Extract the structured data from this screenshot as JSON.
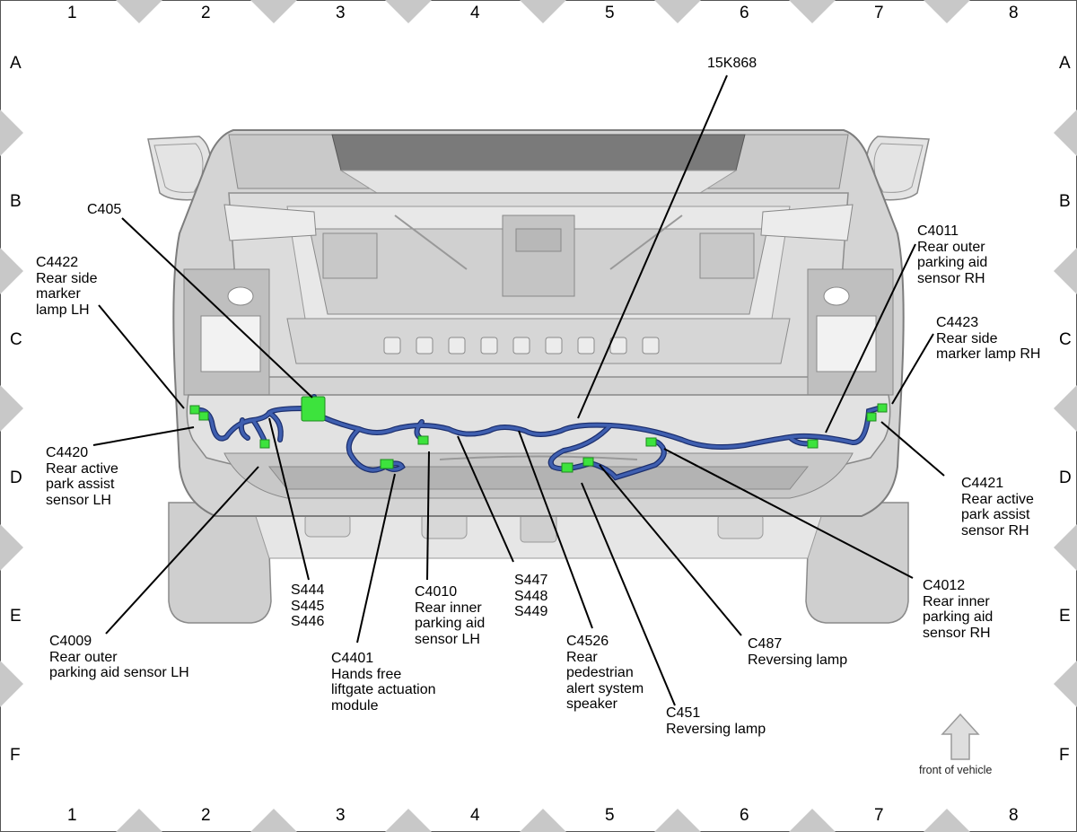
{
  "grid": {
    "columns": [
      "1",
      "2",
      "3",
      "4",
      "5",
      "6",
      "7",
      "8"
    ],
    "rows": [
      "A",
      "B",
      "C",
      "D",
      "E",
      "F"
    ]
  },
  "callouts": {
    "c15k868": "15K868",
    "c405": "C405",
    "c4422": "C4422\nRear side\nmarker\nlamp LH",
    "c4011": "C4011\nRear outer\nparking aid\nsensor RH",
    "c4423": "C4423\nRear side\nmarker lamp RH",
    "c4420": "C4420\nRear active\npark assist\nsensor LH",
    "c4421": "C4421\nRear active\npark assist\nsensor RH",
    "c4012": "C4012\nRear inner\nparking aid\nsensor RH",
    "s444": "S444\nS445\nS446",
    "c4010": "C4010\nRear inner\nparking aid\nsensor LH",
    "s447": "S447\nS448\nS449",
    "c4009": "C4009\nRear outer\nparking aid sensor LH",
    "c4401": "C4401\nHands free\nliftgate actuation\nmodule",
    "c4526": "C4526\nRear\npedestrian\nalert system\nspeaker",
    "c487": "C487\nReversing lamp",
    "c451": "C451\nReversing lamp"
  },
  "front_label": "front of vehicle",
  "colors": {
    "harness": "#3f5fb0",
    "harness_edge": "#1c2f6e",
    "connector": "#3de33d",
    "vehicle_fill": "#d3d3d3",
    "vehicle_line": "#8a8a8a",
    "frame_marker": "#c8c8c8",
    "leader": "#000000"
  },
  "icons": [
    "up-arrow-icon"
  ]
}
